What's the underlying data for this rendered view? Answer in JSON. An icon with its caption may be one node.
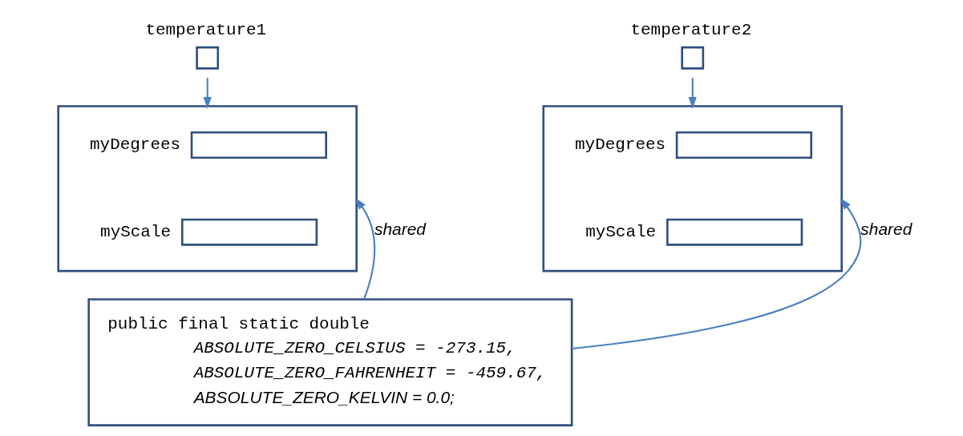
{
  "diagram": {
    "nodes": [
      {
        "text": [
          "temperature1"
        ]
      },
      {
        "text": [],
        "shape": "box"
      },
      {
        "text": [
          "myDegrees"
        ],
        "in": 1
      },
      {
        "text": [
          "myScale"
        ],
        "in": 1
      },
      {
        "text": [
          "temperature2"
        ]
      },
      {
        "text": [],
        "shape": "box"
      },
      {
        "text": [
          "myDegrees"
        ],
        "in": 5
      },
      {
        "text": [
          "myScale"
        ],
        "in": 5
      },
      {
        "text": [
          "public final static double",
          "ABSOLUTE_ZERO_CELSIUS = -273.15,",
          "ABSOLUTE_ZERO_FAHRENHEIT = -459.67,",
          "ABSOLUTE_ZERO_KELVIN = 0.0;"
        ]
      }
    ],
    "edges": [
      {
        "from": 0,
        "to": 1,
        "arrow": "to"
      },
      {
        "from": 4,
        "to": 5,
        "arrow": "to"
      },
      {
        "from": 8,
        "to": 1,
        "arrow": "to",
        "label": "shared"
      },
      {
        "from": 8,
        "to": 5,
        "arrow": "to",
        "label": "shared"
      }
    ]
  }
}
